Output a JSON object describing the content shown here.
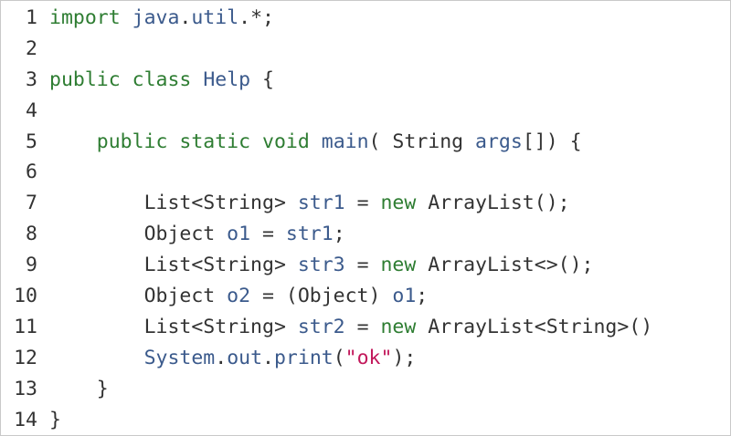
{
  "colors": {
    "keyword": "#2e7d32",
    "identifier": "#3b5a8c",
    "plain": "#333333",
    "string": "#c2185b",
    "line_number": "#333333"
  },
  "lines": [
    {
      "num": "1",
      "indent": "",
      "tokens": [
        {
          "t": "import",
          "c": "keyword"
        },
        {
          "t": " ",
          "c": "plain"
        },
        {
          "t": "java",
          "c": "identifier"
        },
        {
          "t": ".",
          "c": "plain"
        },
        {
          "t": "util",
          "c": "identifier"
        },
        {
          "t": ".*;",
          "c": "plain"
        }
      ]
    },
    {
      "num": "2",
      "indent": "",
      "tokens": []
    },
    {
      "num": "3",
      "indent": "",
      "tokens": [
        {
          "t": "public",
          "c": "keyword"
        },
        {
          "t": " ",
          "c": "plain"
        },
        {
          "t": "class",
          "c": "keyword"
        },
        {
          "t": " ",
          "c": "plain"
        },
        {
          "t": "Help",
          "c": "identifier"
        },
        {
          "t": " {",
          "c": "plain"
        }
      ]
    },
    {
      "num": "4",
      "indent": "",
      "tokens": []
    },
    {
      "num": "5",
      "indent": "    ",
      "tokens": [
        {
          "t": "public",
          "c": "keyword"
        },
        {
          "t": " ",
          "c": "plain"
        },
        {
          "t": "static",
          "c": "keyword"
        },
        {
          "t": " ",
          "c": "plain"
        },
        {
          "t": "void",
          "c": "keyword"
        },
        {
          "t": " ",
          "c": "plain"
        },
        {
          "t": "main",
          "c": "identifier"
        },
        {
          "t": "( String ",
          "c": "plain"
        },
        {
          "t": "args",
          "c": "identifier"
        },
        {
          "t": "[]) {",
          "c": "plain"
        }
      ]
    },
    {
      "num": "6",
      "indent": "",
      "tokens": []
    },
    {
      "num": "7",
      "indent": "        ",
      "tokens": [
        {
          "t": "List<String> ",
          "c": "plain"
        },
        {
          "t": "str1",
          "c": "identifier"
        },
        {
          "t": " = ",
          "c": "plain"
        },
        {
          "t": "new",
          "c": "keyword"
        },
        {
          "t": " ArrayList();",
          "c": "plain"
        }
      ]
    },
    {
      "num": "8",
      "indent": "        ",
      "tokens": [
        {
          "t": "Object ",
          "c": "plain"
        },
        {
          "t": "o1",
          "c": "identifier"
        },
        {
          "t": " = ",
          "c": "plain"
        },
        {
          "t": "str1",
          "c": "identifier"
        },
        {
          "t": ";",
          "c": "plain"
        }
      ]
    },
    {
      "num": "9",
      "indent": "        ",
      "tokens": [
        {
          "t": "List<String> ",
          "c": "plain"
        },
        {
          "t": "str3",
          "c": "identifier"
        },
        {
          "t": " = ",
          "c": "plain"
        },
        {
          "t": "new",
          "c": "keyword"
        },
        {
          "t": " ArrayList<>();",
          "c": "plain"
        }
      ]
    },
    {
      "num": "10",
      "indent": "        ",
      "tokens": [
        {
          "t": "Object ",
          "c": "plain"
        },
        {
          "t": "o2",
          "c": "identifier"
        },
        {
          "t": " = (Object) ",
          "c": "plain"
        },
        {
          "t": "o1",
          "c": "identifier"
        },
        {
          "t": ";",
          "c": "plain"
        }
      ]
    },
    {
      "num": "11",
      "indent": "        ",
      "tokens": [
        {
          "t": "List<String> ",
          "c": "plain"
        },
        {
          "t": "str2",
          "c": "identifier"
        },
        {
          "t": " = ",
          "c": "plain"
        },
        {
          "t": "new",
          "c": "keyword"
        },
        {
          "t": " ArrayList<String>()",
          "c": "plain"
        }
      ]
    },
    {
      "num": "12",
      "indent": "        ",
      "tokens": [
        {
          "t": "System",
          "c": "identifier"
        },
        {
          "t": ".",
          "c": "plain"
        },
        {
          "t": "out",
          "c": "identifier"
        },
        {
          "t": ".",
          "c": "plain"
        },
        {
          "t": "print",
          "c": "identifier"
        },
        {
          "t": "(",
          "c": "plain"
        },
        {
          "t": "\"ok\"",
          "c": "string"
        },
        {
          "t": ");",
          "c": "plain"
        }
      ]
    },
    {
      "num": "13",
      "indent": "    ",
      "tokens": [
        {
          "t": "}",
          "c": "plain"
        }
      ]
    },
    {
      "num": "14",
      "indent": "",
      "tokens": [
        {
          "t": "}",
          "c": "plain"
        }
      ]
    }
  ]
}
